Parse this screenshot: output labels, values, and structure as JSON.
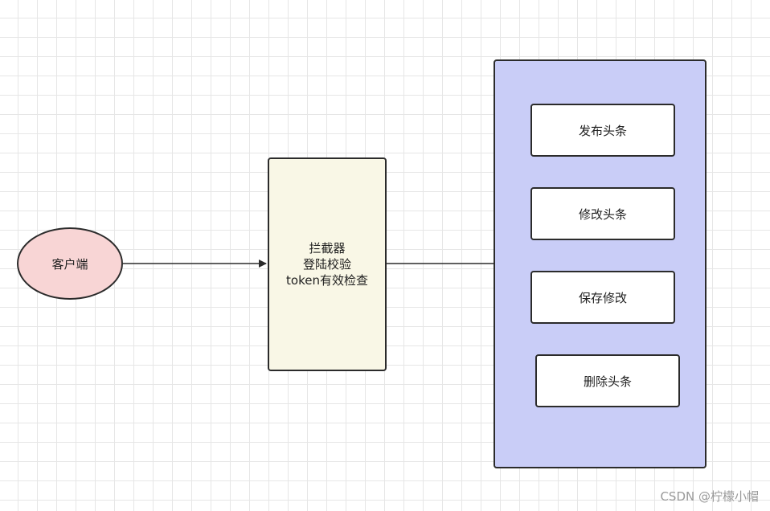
{
  "client": {
    "label": "客户端"
  },
  "interceptor": {
    "lines": [
      "拦截器",
      "登陆校验",
      "token有效检查"
    ]
  },
  "operations": [
    "发布头条",
    "修改头条",
    "保存修改",
    "删除头条"
  ],
  "watermark": "CSDN @柠檬小帽",
  "colors": {
    "client_fill": "#f8d5d5",
    "interceptor_fill": "#f9f7e6",
    "service_fill": "#c9cdf7",
    "stroke": "#2b2b2b"
  }
}
